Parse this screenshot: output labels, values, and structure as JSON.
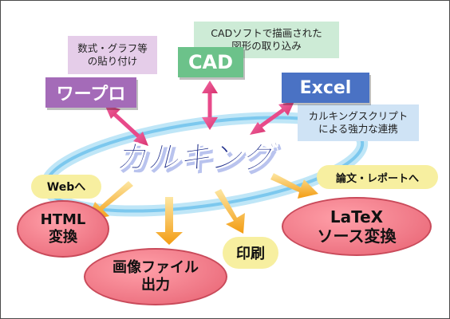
{
  "center": {
    "label": "カルキング"
  },
  "tiles": {
    "wapuro": "ワープロ",
    "cad": "CAD",
    "excel": "Excel"
  },
  "notes": {
    "wapuro": [
      "数式・グラフ等",
      "の貼り付け"
    ],
    "cad": [
      "CADソフトで描画された",
      "図形の取り込み"
    ],
    "excel": [
      "カルキングスクリプト",
      "による強力な連携"
    ]
  },
  "pills": {
    "web": "Webへ",
    "report": "論文・レポートへ",
    "print": "印刷"
  },
  "outputs": {
    "html": [
      "HTML",
      "変換"
    ],
    "image": [
      "画像ファイル",
      "出力"
    ],
    "latex": [
      "LaTeX",
      "ソース変換"
    ]
  },
  "colors": {
    "wapuro_tile": "#a46bb8",
    "cad_tile": "#6cc28a",
    "excel_tile": "#4a72c4",
    "wapuro_note": "#e5cde9",
    "cad_note": "#cdebd6",
    "excel_note": "#cfe3f5",
    "arrow_pink": "#e84a8a",
    "arrow_orange": "#f5a623",
    "ring_blue": "#8fd0f0",
    "center_text": "#1d2c8a"
  }
}
